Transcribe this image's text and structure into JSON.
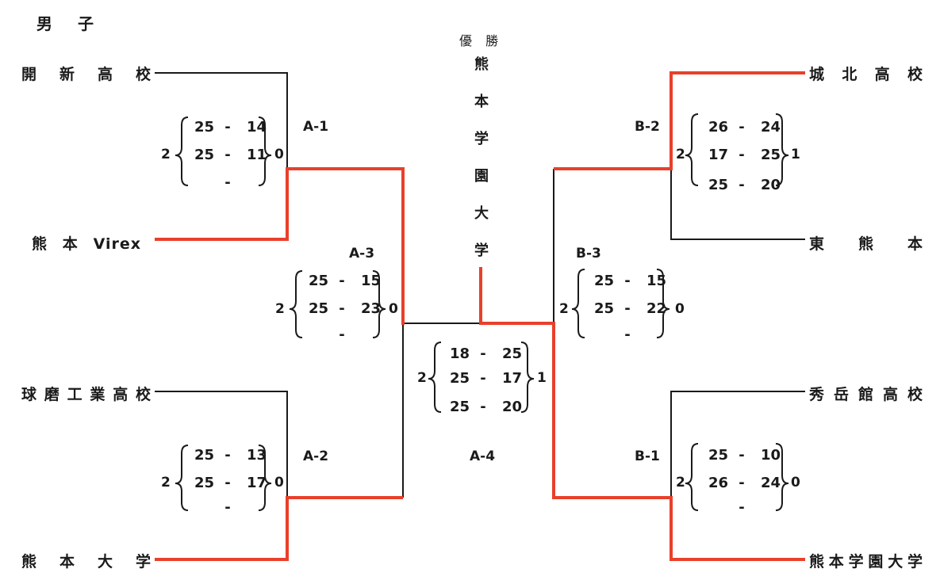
{
  "title": "男　子",
  "champion": {
    "label": "優 勝",
    "name": [
      "熊",
      "本",
      "学",
      "園",
      "大",
      "学"
    ]
  },
  "teams": {
    "left": [
      "開新高校",
      "熊本Virex",
      "球磨工業高校",
      "熊本大学"
    ],
    "right": [
      "城北高校",
      "東熊本",
      "秀岳館高校",
      "熊本学園大学"
    ]
  },
  "matches": [
    {
      "id": "A-1",
      "home_wins": "2",
      "away_wins": "0",
      "sets": [
        [
          "25",
          "14"
        ],
        [
          "25",
          "11"
        ],
        [
          "",
          ""
        ]
      ]
    },
    {
      "id": "A-2",
      "home_wins": "2",
      "away_wins": "0",
      "sets": [
        [
          "25",
          "13"
        ],
        [
          "25",
          "17"
        ],
        [
          "",
          ""
        ]
      ]
    },
    {
      "id": "A-3",
      "home_wins": "2",
      "away_wins": "0",
      "sets": [
        [
          "25",
          "15"
        ],
        [
          "25",
          "23"
        ],
        [
          "",
          ""
        ]
      ]
    },
    {
      "id": "A-4",
      "home_wins": "2",
      "away_wins": "1",
      "sets": [
        [
          "18",
          "25"
        ],
        [
          "25",
          "17"
        ],
        [
          "25",
          "20"
        ]
      ]
    },
    {
      "id": "B-1",
      "home_wins": "2",
      "away_wins": "0",
      "sets": [
        [
          "25",
          "10"
        ],
        [
          "26",
          "24"
        ],
        [
          "",
          ""
        ]
      ]
    },
    {
      "id": "B-2",
      "home_wins": "2",
      "away_wins": "1",
      "sets": [
        [
          "26",
          "24"
        ],
        [
          "17",
          "25"
        ],
        [
          "25",
          "20"
        ]
      ]
    },
    {
      "id": "B-3",
      "home_wins": "2",
      "away_wins": "0",
      "sets": [
        [
          "25",
          "15"
        ],
        [
          "25",
          "22"
        ],
        [
          "",
          ""
        ]
      ]
    }
  ],
  "colors": {
    "line": "#1a1a1a",
    "winner_path": "#e8402a",
    "text": "#1a1a1a"
  }
}
